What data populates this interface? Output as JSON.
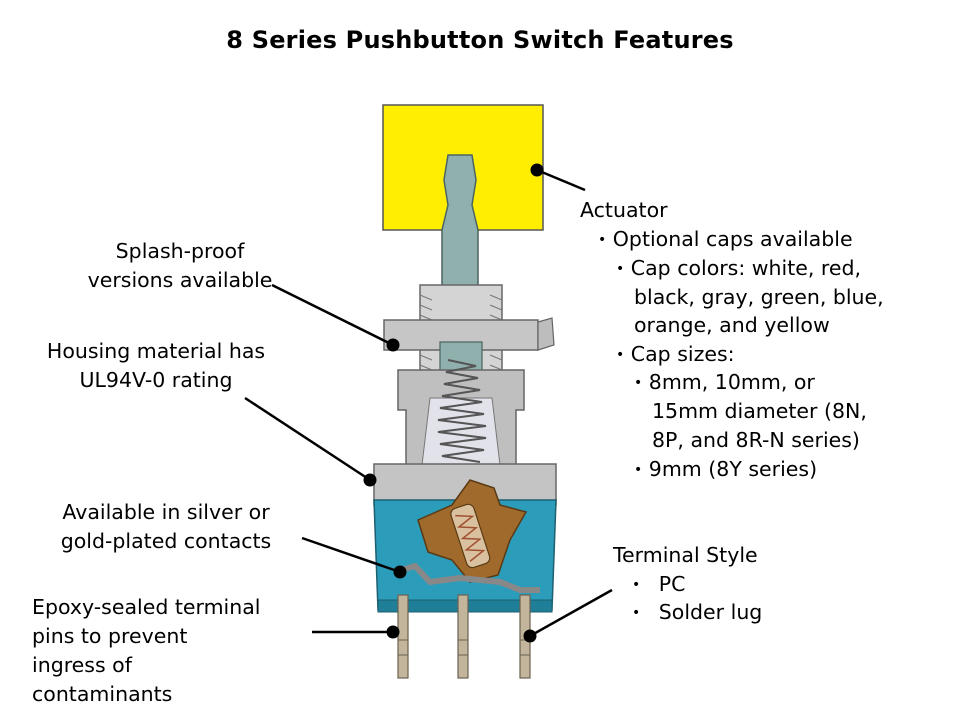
{
  "title": "8 Series Pushbutton Switch Features",
  "left_labels": {
    "splash": [
      "Splash-proof",
      "versions available"
    ],
    "housing": [
      "Housing material has",
      "UL94V-0 rating"
    ],
    "contacts": [
      "Available in silver or",
      "gold-plated contacts"
    ],
    "epoxy": [
      "Epoxy-sealed terminal",
      "pins to prevent",
      "ingress of",
      "contaminants"
    ]
  },
  "actuator": {
    "heading": "Actuator",
    "l1": "Optional caps available",
    "l2": [
      "Cap colors: white, red,",
      "black, gray, green, blue,",
      "orange, and yellow"
    ],
    "l3": "Cap sizes:",
    "l4": [
      "8mm, 10mm, or",
      "15mm diameter (8N,",
      "8P, and 8R-N series)"
    ],
    "l5": "9mm (8Y series)"
  },
  "terminal": {
    "heading": "Terminal Style",
    "items": [
      "PC",
      "Solder lug"
    ]
  },
  "colors": {
    "cap": "#ffee00",
    "stem": "#8fb0ad",
    "housing": "#c8c8c8",
    "base": "#2c9cbb",
    "lever": "#a06a2c"
  }
}
